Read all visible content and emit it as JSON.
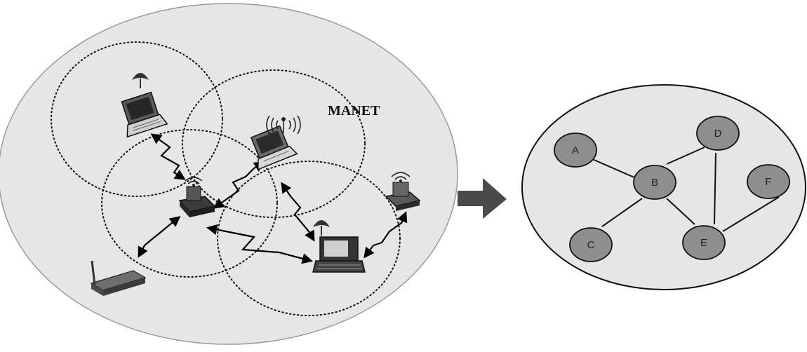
{
  "manet": {
    "label": "MANET"
  },
  "graph": {
    "nodes": [
      {
        "id": "A",
        "label": "A"
      },
      {
        "id": "B",
        "label": "B"
      },
      {
        "id": "C",
        "label": "C"
      },
      {
        "id": "D",
        "label": "D"
      },
      {
        "id": "E",
        "label": "E"
      },
      {
        "id": "F",
        "label": "F"
      }
    ],
    "edges": [
      [
        "A",
        "B"
      ],
      [
        "B",
        "C"
      ],
      [
        "B",
        "D"
      ],
      [
        "B",
        "E"
      ],
      [
        "D",
        "E"
      ],
      [
        "E",
        "F"
      ]
    ]
  },
  "colors": {
    "cloud_fill": "#e6e6e6",
    "node_fill": "#8e8e8e",
    "device_dark": "#2b2b2b",
    "arrow": "#4a4a4a"
  },
  "icons": [
    "laptop-icon",
    "wireless-router-icon",
    "access-point-icon",
    "pda-icon",
    "antenna-icon"
  ]
}
